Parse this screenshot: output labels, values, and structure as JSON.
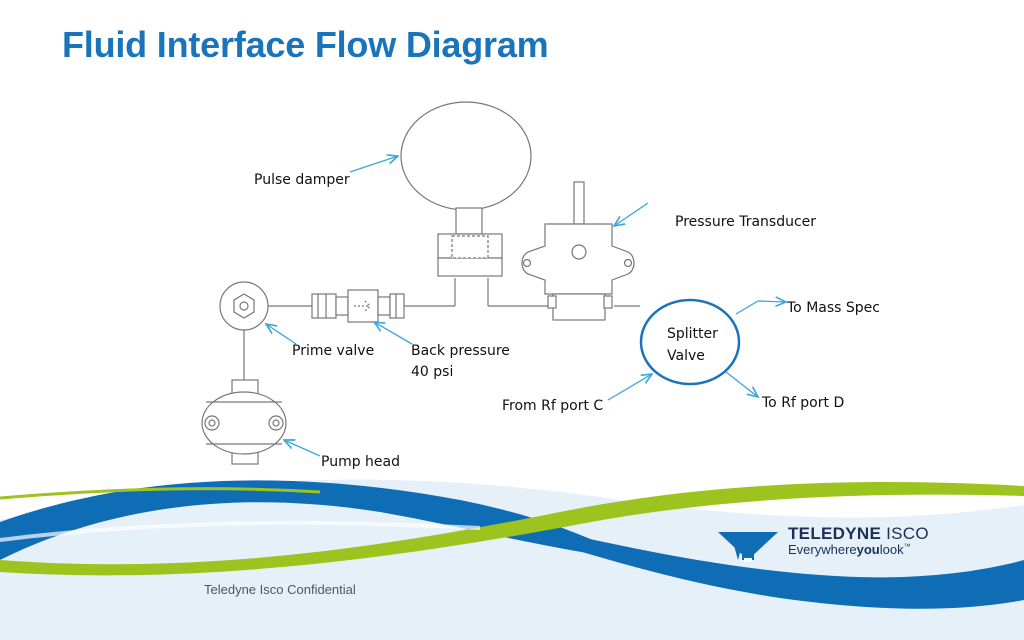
{
  "slide": {
    "title": "Fluid Interface Flow Diagram",
    "footer": "Teledyne Isco Confidential"
  },
  "labels": {
    "pulse_damper": "Pulse damper",
    "pressure_transducer": "Pressure Transducer",
    "to_mass_spec": "To Mass Spec",
    "splitter_valve_line1": "Splitter",
    "splitter_valve_line2": "Valve",
    "prime_valve": "Prime valve",
    "back_pressure_line1": "Back pressure",
    "back_pressure_line2": "40 psi",
    "from_rf_port_c": "From Rf port C",
    "to_rf_port_d": "To Rf port D",
    "pump_head": "Pump head"
  },
  "logo": {
    "brand_bold": "TELEDYNE",
    "brand_light": "ISCO",
    "tagline_pre": "Everywhere",
    "tagline_bold": "you",
    "tagline_post": "look",
    "trademark": "™"
  },
  "colors": {
    "title": "#1a74bb",
    "arrow": "#3aa6dd",
    "wave_blue": "#0f6db5",
    "wave_green": "#9cc31e",
    "wave_light": "#d8e9f5",
    "logo_navy": "#1b2f57"
  }
}
